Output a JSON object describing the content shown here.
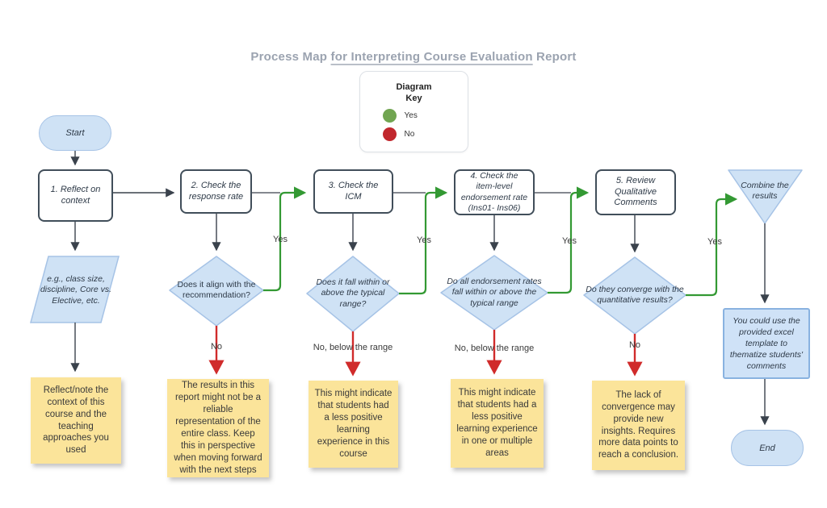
{
  "title": {
    "pre": "Process Map ",
    "underlined": "for Interpreting Course Evaluation",
    "post": " Report"
  },
  "legend": {
    "heading_line1": "Diagram",
    "heading_line2": "Key",
    "items": [
      {
        "label": "Yes",
        "color": "#71a551"
      },
      {
        "label": "No",
        "color": "#c1272d"
      }
    ]
  },
  "flow": {
    "start_label": "Start",
    "end_label": "End",
    "steps": [
      {
        "label": "1. Reflect on context"
      },
      {
        "label": "2. Check the response rate"
      },
      {
        "label": "3. Check the ICM"
      },
      {
        "label": "4. Check the item-level endorsement rate (Ins01- Ins06)"
      },
      {
        "label": "5. Review Qualitative Comments"
      }
    ],
    "context_example": "e.g., class size, discipline, Core vs. Elective, etc.",
    "decisions": [
      {
        "label": "Does it align with the recommendation?",
        "yes": "Yes",
        "no": "No"
      },
      {
        "label": "Does it fall within or above the typical range?",
        "yes": "Yes",
        "no": "No, below the range"
      },
      {
        "label": "Do all endorsement rates fall within or above the typical range",
        "yes": "Yes",
        "no": "No, below the range"
      },
      {
        "label": "Do they converge with the quantitative results?",
        "yes": "Yes",
        "no": "No"
      }
    ],
    "combine_label": "Combine the results",
    "excel_tip": "You could use the provided excel template to thematize students' comments",
    "notes": [
      {
        "text": "Reflect/note the context of this course and the teaching approaches you used"
      },
      {
        "text": "The results in this report might not be a reliable representation of the entire class. Keep this in perspective when moving forward with the next steps"
      },
      {
        "text": "This might indicate that students had a less positive learning experience in this course"
      },
      {
        "text": "This might indicate that students had a less positive learning experience in one or multiple areas"
      },
      {
        "text": "The lack of convergence may provide new insights. Requires more data points to reach a conclusion."
      }
    ]
  },
  "colors": {
    "yes_green": "#339933",
    "no_red": "#d02b2b",
    "shape_blue": "#cfe2f5",
    "note_yellow": "#fbe49a",
    "title_gray": "#9ba3b0"
  }
}
